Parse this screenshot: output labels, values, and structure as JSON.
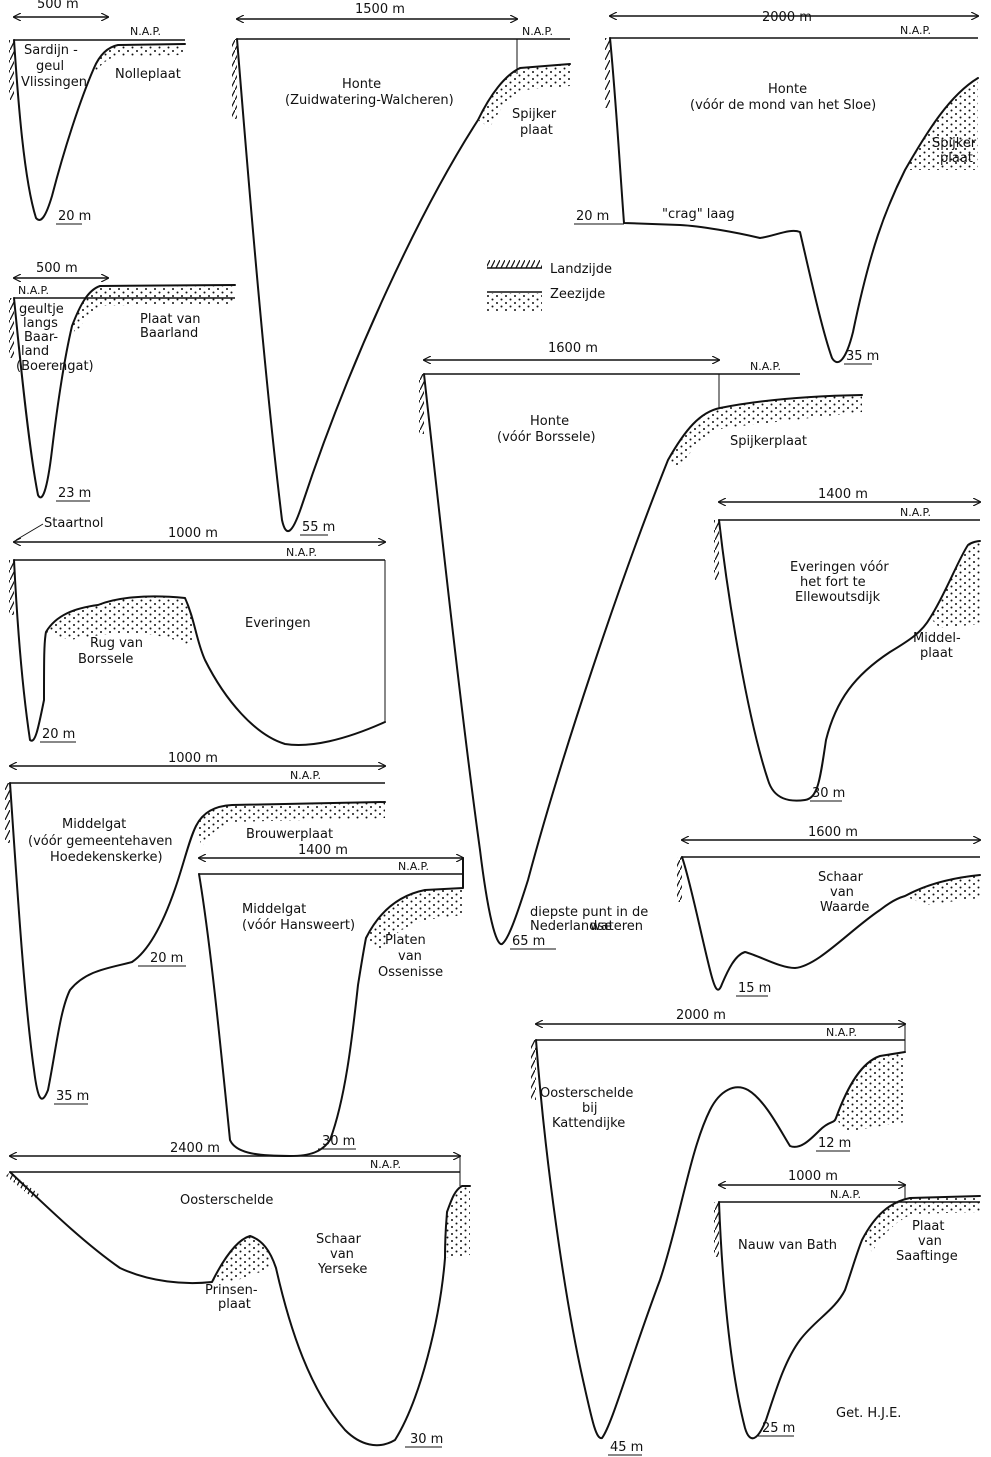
{
  "legend": {
    "land_label": "Landzijde",
    "sea_label": "Zeezijde"
  },
  "credit": "Get. H.J.E.",
  "profiles": {
    "vlissingen": {
      "width": "500 m",
      "nap": "N.A.P.",
      "channel": [
        "Sardijn -",
        "geul",
        "Vlissingen"
      ],
      "plate": "Nolleplaat",
      "depth": "20 m"
    },
    "baarland": {
      "width": "500 m",
      "nap": "N.A.P.",
      "channel": [
        "geultje",
        "langs",
        "Baar-",
        "land",
        "(Boerengat)"
      ],
      "plate": [
        "Plaat van",
        "Baarland"
      ],
      "depth": "23 m"
    },
    "honte_walcheren": {
      "width": "1500 m",
      "nap": "N.A.P.",
      "channel": [
        "Honte",
        "(Zuidwatering-Walcheren)"
      ],
      "plate": [
        "Spijker",
        "plaat"
      ],
      "depth": "55 m"
    },
    "honte_sloe": {
      "width": "2000 m",
      "nap": "N.A.P.",
      "channel": [
        "Honte",
        "(vóór de mond van het Sloe)"
      ],
      "plate": [
        "Spijker",
        "plaat"
      ],
      "layer_depth": "20 m",
      "layer": "\"crag\" laag",
      "depth": "35 m"
    },
    "honte_borssele": {
      "width": "1600 m",
      "nap": "N.A.P.",
      "channel": [
        "Honte",
        "(vóór Borssele)"
      ],
      "plate": "Spijkerplaat",
      "deepest": [
        "diepste punt in de",
        "Nederlandse",
        "wateren"
      ],
      "depth": "65 m"
    },
    "everingen": {
      "marker": "Staartnol",
      "width": "1000 m",
      "nap": "N.A.P.",
      "channel": "Everingen",
      "plate": [
        "Rug van",
        "Borssele"
      ],
      "depth": "20 m"
    },
    "ellewoutsdijk": {
      "width": "1400 m",
      "nap": "N.A.P.",
      "channel": [
        "Everingen vóór",
        "het fort te",
        "Ellewoutsdijk"
      ],
      "plate": [
        "Middel-",
        "plaat"
      ],
      "depth": "30 m"
    },
    "hoedekenskerke": {
      "width": "1000 m",
      "nap": "N.A.P.",
      "channel": [
        "Middelgat",
        "(vóór gemeentehaven",
        "Hoedekenskerke)"
      ],
      "plate": "Brouwerplaat",
      "mid_depth": "20 m",
      "depth": "35 m"
    },
    "hansweert": {
      "width": "1400 m",
      "nap": "N.A.P.",
      "channel": [
        "Middelgat",
        "(vóór Hansweert)"
      ],
      "plate": [
        "Platen",
        "van",
        "Ossenisse"
      ],
      "depth": "30 m"
    },
    "waarde": {
      "width": "1600 m",
      "channel": [
        "Schaar",
        "van",
        "Waarde"
      ],
      "depth": "15 m"
    },
    "kattendijke": {
      "width": "2000 m",
      "nap": "N.A.P.",
      "channel": [
        "Oosterschelde",
        "bij",
        "Kattendijke"
      ],
      "depth2": "12 m",
      "depth": "45 m"
    },
    "yerseke": {
      "width": "2400 m",
      "nap": "N.A.P.",
      "channel": "Oosterschelde",
      "channel2": [
        "Schaar",
        "van",
        "Yerseke"
      ],
      "plate": [
        "Prinsen-",
        "plaat"
      ],
      "depth": "30 m"
    },
    "bath": {
      "width": "1000 m",
      "nap": "N.A.P.",
      "channel": "Nauw van Bath",
      "plate": [
        "Plaat",
        "van",
        "Saaftinge"
      ],
      "depth": "25 m"
    }
  }
}
